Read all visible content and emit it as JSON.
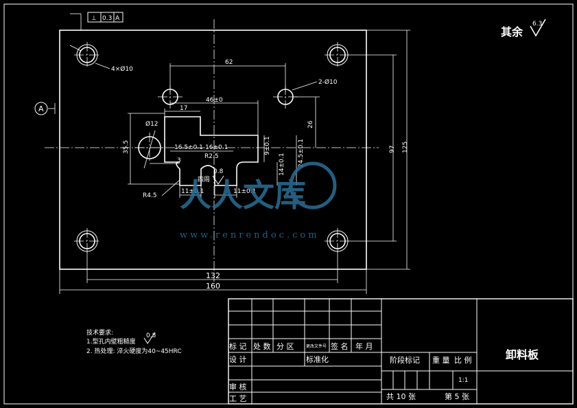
{
  "roughness_note": {
    "text": "其余",
    "value": "6.3"
  },
  "tolerance_frame": {
    "symbol": "⊥",
    "value": "0.3",
    "datum": "A"
  },
  "datum_label": "A",
  "dims": {
    "d62": "62",
    "d46": "46±0",
    "d17": "17",
    "d26": "26",
    "d97": "97",
    "d125": "125",
    "d132": "132",
    "d160": "160",
    "d35_5": "35.5",
    "d3": "3",
    "d16_5": "16.5±0.1",
    "d16": "16±0.1",
    "dR2_5": "R2.5",
    "d9": "9±0.1",
    "d24_5": "24.5±0.1",
    "d14": "14±0.1",
    "d11a": "11±0.1",
    "d11b": "11±0.1",
    "dR4_5": "R4.5",
    "phi12": "Ø12",
    "holes4": "4×Ø10",
    "holes2": "2-Ø10",
    "rough08": "0.8",
    "sides": "四周"
  },
  "tech": {
    "title": "技术要求:",
    "line1": "1.型孔内壁粗糙度",
    "line1_val": "0.8",
    "line2": "2. 热处理: 淬火硬度为40~45HRC"
  },
  "titleblock": {
    "part_name": "卸料板",
    "h_mark": "标 记",
    "h_count": "处 数",
    "h_zone": "分 区",
    "h_file": "更改文件号",
    "h_sign": "签 名",
    "h_date": "年 月",
    "design": "设 计",
    "standard": "标准化",
    "check": "审 核",
    "process": "工 艺",
    "stage": "阶段标记",
    "weight": "重 量",
    "scale_label": "比 例",
    "scale_val": "1:1",
    "total": "共 10 张",
    "sheet": "第 5 张"
  },
  "watermark": {
    "text": "人人文库",
    "url": "www.renrendoc.com"
  }
}
